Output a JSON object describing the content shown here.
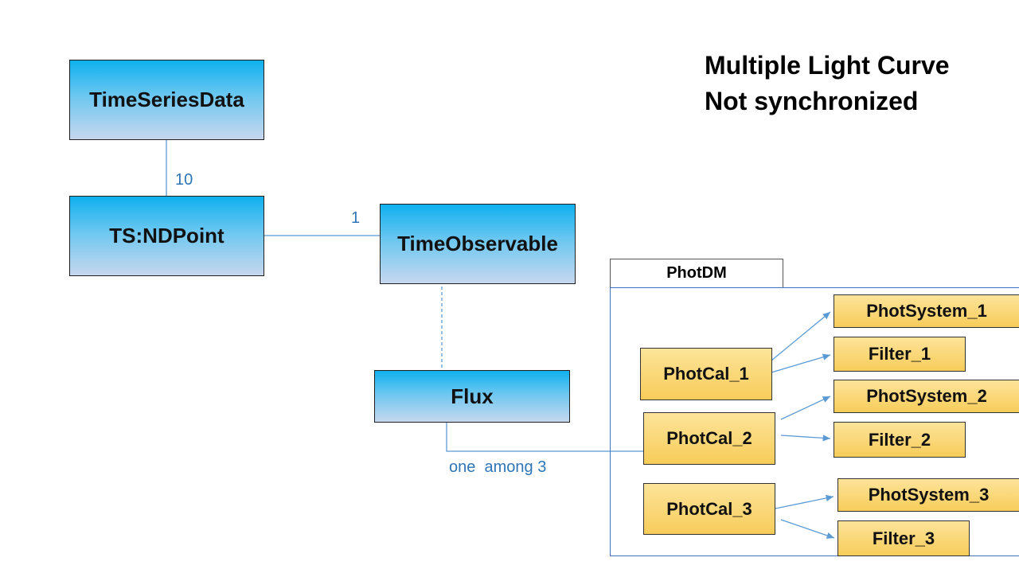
{
  "title": {
    "line1": "Multiple Light Curve",
    "line2": "Not synchronized"
  },
  "nodes": {
    "time_series_data": "TimeSeriesData",
    "ts_ndpoint": "TS:NDPoint",
    "time_observable": "TimeObservable",
    "flux": "Flux"
  },
  "edges": {
    "tsd_ndpoint_multiplicity": "10",
    "ndpoint_observable_multiplicity": "1",
    "flux_photcal_label": "one  among 3"
  },
  "package": {
    "name": "PhotDM",
    "photcals": [
      "PhotCal_1",
      "PhotCal_2",
      "PhotCal_3"
    ],
    "photsystems": [
      "PhotSystem_1",
      "PhotSystem_2",
      "PhotSystem_3"
    ],
    "filters": [
      "Filter_1",
      "Filter_2",
      "Filter_3"
    ]
  },
  "colors": {
    "class_fill_top": "#0fb0ef",
    "class_fill_bottom": "#c7d7ee",
    "photdm_fill": "#f7cc5a",
    "connector": "#5b9bd5",
    "label_text": "#2e75b6"
  }
}
